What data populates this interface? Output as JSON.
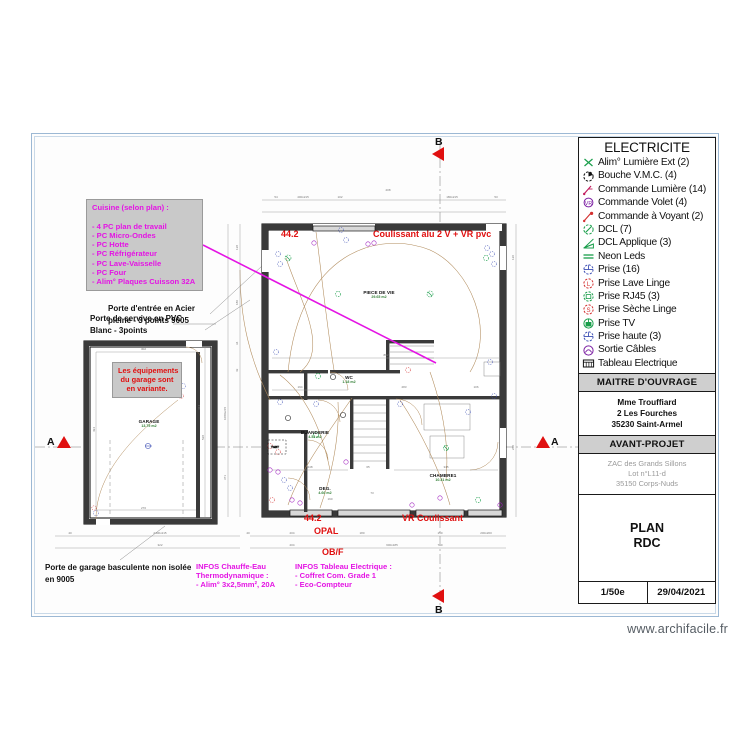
{
  "document": {
    "watermark": "www.archifacile.fr"
  },
  "legend": {
    "title": "ELECTRICITE",
    "items": [
      {
        "icon": "alim-lumiere-ext-icon",
        "label": "Alim° Lumière Ext (2)",
        "color": "#1a9e4b"
      },
      {
        "icon": "bouche-vmc-icon",
        "label": "Bouche V.M.C. (4)",
        "color": "#111111"
      },
      {
        "icon": "commande-lumiere-icon",
        "label": "Commande Lumière (14)",
        "color": "#c2185b"
      },
      {
        "icon": "commande-volet-icon",
        "label": "Commande Volet (4)",
        "color": "#7b1fa2"
      },
      {
        "icon": "commande-voyant-icon",
        "label": "Commande à Voyant (2)",
        "color": "#d32f2f"
      },
      {
        "icon": "dcl-icon",
        "label": "DCL (7)",
        "color": "#1a9e4b"
      },
      {
        "icon": "dcl-applique-icon",
        "label": "DCL Applique (3)",
        "color": "#1a9e4b"
      },
      {
        "icon": "neon-leds-icon",
        "label": "Neon Leds",
        "color": "#1a9e4b"
      },
      {
        "icon": "prise-icon",
        "label": "Prise (16)",
        "color": "#3f51b5"
      },
      {
        "icon": "prise-lave-linge-icon",
        "label": "Prise Lave Linge",
        "color": "#d32f2f"
      },
      {
        "icon": "prise-rj45-icon",
        "label": "Prise RJ45 (3)",
        "color": "#1a9e4b"
      },
      {
        "icon": "prise-seche-linge-icon",
        "label": "Prise Sèche Linge",
        "color": "#d32f2f"
      },
      {
        "icon": "prise-tv-icon",
        "label": "Prise TV",
        "color": "#1a9e4b"
      },
      {
        "icon": "prise-haute-icon",
        "label": "Prise haute (3)",
        "color": "#3f51b5"
      },
      {
        "icon": "sortie-cables-icon",
        "label": "Sortie Câbles",
        "color": "#7b1fa2"
      },
      {
        "icon": "tableau-electrique-icon",
        "label": "Tableau Electrique",
        "color": "#111111"
      }
    ]
  },
  "title_block": {
    "owner_header": "MAITRE D'OUVRAGE",
    "owner_lines": [
      "Mme Trouffiard",
      "2 Les Fourches",
      "35230 Saint-Armel"
    ],
    "project_header": "AVANT-PROJET",
    "project_lines": [
      "ZAC des Grands Sillons",
      "Lot n°L11-d",
      "35150 Corps-Nuds"
    ],
    "plan_lines": [
      "PLAN",
      "RDC"
    ],
    "scale": "1/50e",
    "date": "29/04/2021"
  },
  "notes": {
    "cuisine": {
      "name": "cuisine-note",
      "lines": [
        "Cuisine (selon plan) :",
        "",
        "- 4 PC plan de travail",
        "- PC Micro-Ondes",
        "- PC Hotte",
        "- PC Réfrigérateur",
        "- PC Lave-Vaisselle",
        "- PC Four",
        "- Alim° Plaques Cuisson 32A"
      ]
    },
    "garage": {
      "name": "garage-variante-note",
      "lines": [
        "Les équipements",
        "du garage sont",
        "en variante."
      ]
    },
    "porte_entree": {
      "lines": [
        "Porte d'entrée en Acier",
        "pleine - 3 points 9005"
      ]
    },
    "porte_service": {
      "lines": [
        "Porte de servive en PVC",
        "Blanc - 3points"
      ]
    },
    "porte_garage": {
      "lines": [
        "Porte de garage basculente non isolée",
        "en 9005"
      ]
    },
    "chauffe_eau": {
      "lines": [
        "INFOS Chauffe-Eau",
        "Thermodynamique :",
        "- Alim° 3x2,5mm², 20A"
      ]
    },
    "tableau_electrique": {
      "lines": [
        "INFOS Tableau Electrique :",
        "- Coffret Com. Grade 1",
        "- Eco-Compteur"
      ]
    }
  },
  "plan": {
    "section_markers": [
      {
        "name": "section-marker-b-top",
        "label": "B"
      },
      {
        "name": "section-marker-b-bottom",
        "label": "B"
      },
      {
        "name": "section-marker-a-left",
        "label": "A"
      },
      {
        "name": "section-marker-a-right",
        "label": "A"
      }
    ],
    "red_labels": [
      {
        "name": "joinery-label-top-left",
        "text": "44.2"
      },
      {
        "name": "joinery-label-sliding-top",
        "text": "Coulissant alu 2 V + VR pvc"
      },
      {
        "name": "joinery-label-bottom-left",
        "text": "44.2"
      },
      {
        "name": "joinery-label-opal",
        "text": "OPAL"
      },
      {
        "name": "joinery-label-obf",
        "text": "OB/F"
      },
      {
        "name": "joinery-label-vr",
        "text": "VR Coulissant"
      }
    ],
    "rooms": [
      {
        "name": "room-garage",
        "label": "GARAGE",
        "area": "13.75 m2"
      },
      {
        "name": "room-piece-de-vie",
        "label": "PIECE DE VIE",
        "area": "29.65 m2"
      },
      {
        "name": "room-wc",
        "label": "WC",
        "area": "1.18 m2"
      },
      {
        "name": "room-buanderie",
        "label": "BUANDERIE",
        "area": "4.52 m2"
      },
      {
        "name": "room-chambre1",
        "label": "CHAMBRE1",
        "area": "10.31 m2"
      },
      {
        "name": "room-degagement",
        "label": "DEG.",
        "area": "4.66 m2"
      }
    ]
  }
}
